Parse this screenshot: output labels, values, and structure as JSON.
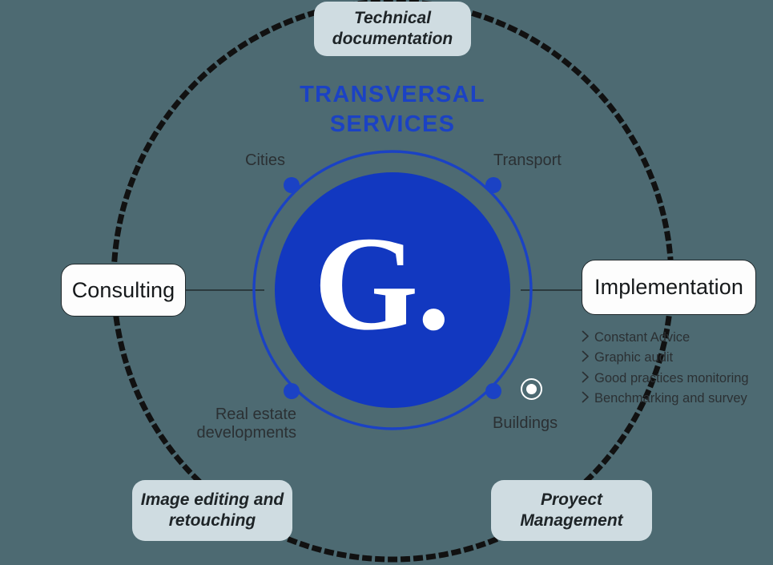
{
  "colors": {
    "background": "#4d6a72",
    "brand_blue": "#1238c0",
    "orbit_blue": "#1b42c4",
    "soft_box": "#cfdce1",
    "white_box": "#fdfdfd",
    "text_dark": "#2b3033",
    "dotted_line": "#111111"
  },
  "center": {
    "title": "TRANSVERSAL\nSERVICES",
    "logo_letter": "G.",
    "logo_mark": "ring-dot-icon"
  },
  "orbit_labels": [
    {
      "id": "cities",
      "label": "Cities"
    },
    {
      "id": "transport",
      "label": "Transport"
    },
    {
      "id": "real-estate-developments",
      "label": "Real estate\ndevelopments"
    },
    {
      "id": "buildings",
      "label": "Buildings"
    }
  ],
  "side_boxes": {
    "consulting": {
      "label": "Consulting"
    },
    "implementation": {
      "label": "Implementation"
    }
  },
  "outer_boxes": [
    {
      "id": "technical-documentation",
      "label": "Technical\ndocumentation"
    },
    {
      "id": "image-editing",
      "label": "Image editing\nand retouching"
    },
    {
      "id": "project-management",
      "label": "Proyect\nManagement"
    }
  ],
  "implementation_list": {
    "bullet_icon": "chevron-right-icon",
    "items": [
      "Constant Advice",
      "Graphic audit",
      "Good practices monitoring",
      "Benchmarking and survey"
    ]
  }
}
